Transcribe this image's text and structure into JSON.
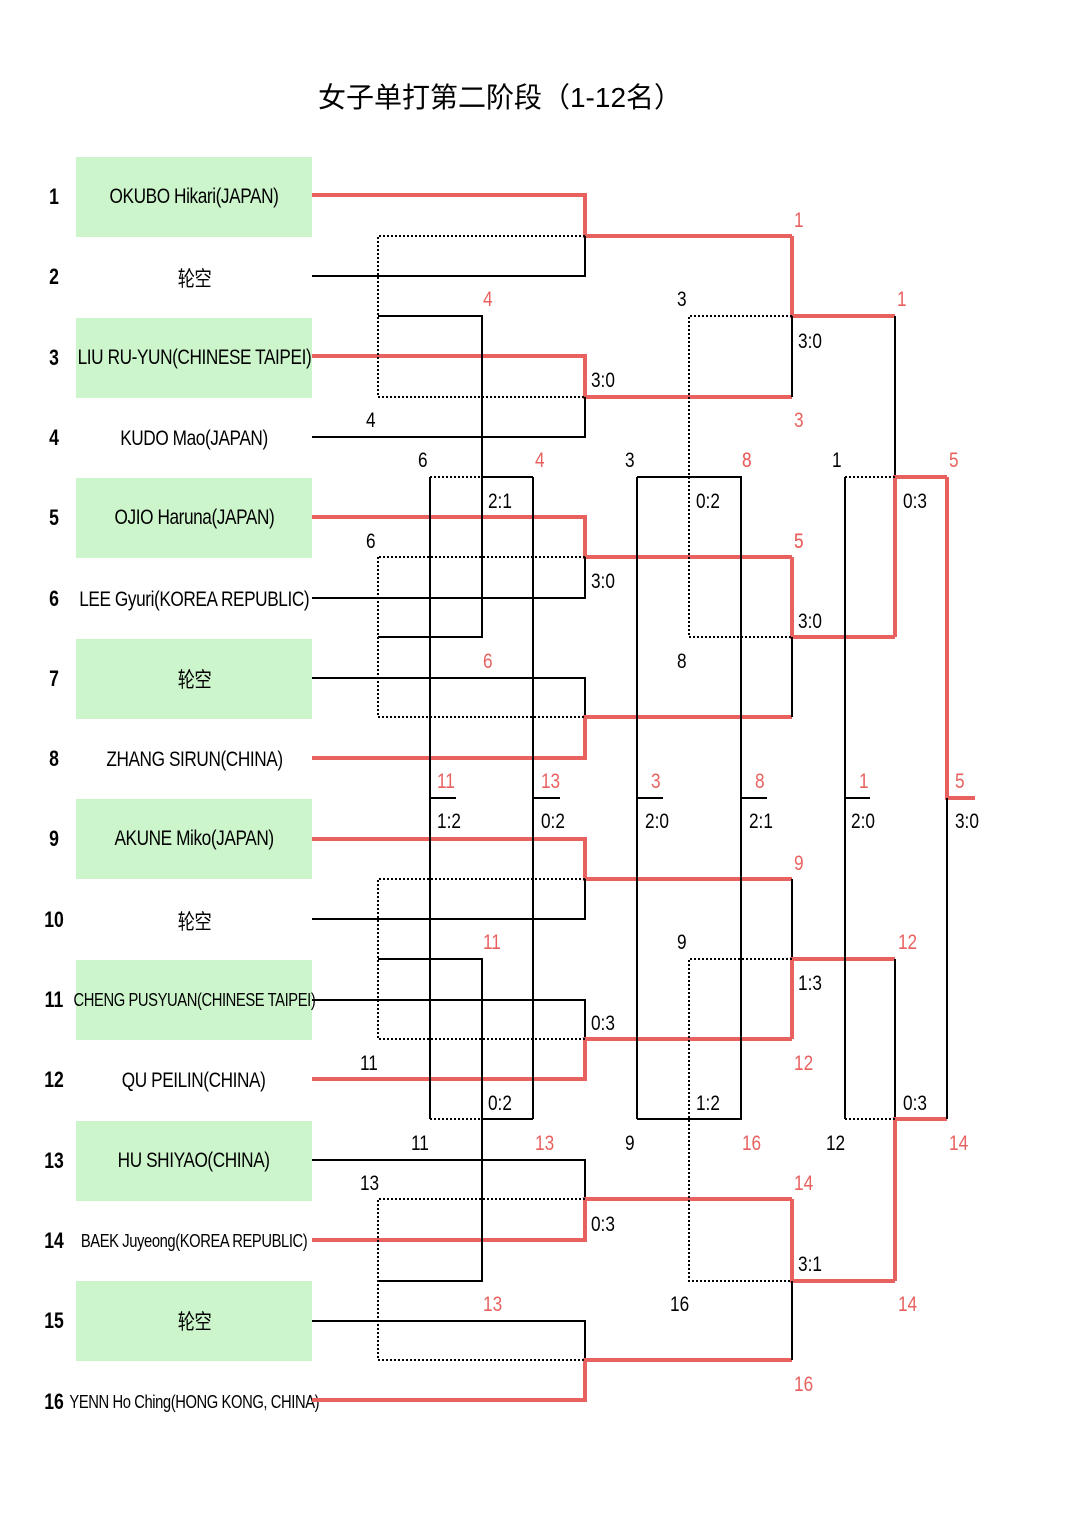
{
  "title": "女子单打第二阶段（1-12名）",
  "colors": {
    "win": "#e8615f",
    "line": "#000000",
    "green": "#ccf5cc"
  },
  "players": [
    {
      "seed": "1",
      "name": "OKUBO Hikari(JAPAN)",
      "green": true
    },
    {
      "seed": "2",
      "name": "轮空",
      "green": false
    },
    {
      "seed": "3",
      "name": "LIU RU-YUN(CHINESE TAIPEI)",
      "green": true
    },
    {
      "seed": "4",
      "name": "KUDO Mao(JAPAN)",
      "green": false
    },
    {
      "seed": "5",
      "name": "OJIO Haruna(JAPAN)",
      "green": true
    },
    {
      "seed": "6",
      "name": "LEE Gyuri(KOREA REPUBLIC)",
      "green": false
    },
    {
      "seed": "7",
      "name": "轮空",
      "green": true
    },
    {
      "seed": "8",
      "name": "ZHANG SIRUN(CHINA)",
      "green": false
    },
    {
      "seed": "9",
      "name": "AKUNE Miko(JAPAN)",
      "green": true
    },
    {
      "seed": "10",
      "name": "轮空",
      "green": false
    },
    {
      "seed": "11",
      "name": "CHENG PUSYUAN(CHINESE TAIPEI)",
      "green": true
    },
    {
      "seed": "12",
      "name": "QU PEILIN(CHINA)",
      "green": false
    },
    {
      "seed": "13",
      "name": "HU SHIYAO(CHINA)",
      "green": true
    },
    {
      "seed": "14",
      "name": "BAEK Juyeong(KOREA REPUBLIC)",
      "green": false
    },
    {
      "seed": "15",
      "name": "轮空",
      "green": true
    },
    {
      "seed": "16",
      "name": "YENN Ho Ching(HONG KONG, CHINA)",
      "green": false
    }
  ],
  "labels": [
    {
      "t": "1",
      "c": "red",
      "name": "r1-winner-1"
    },
    {
      "t": "4",
      "c": "red",
      "name": "r1-winner-4"
    },
    {
      "t": "3:0",
      "c": "black",
      "name": "score-3-4"
    },
    {
      "t": "4",
      "c": "black",
      "name": "loser-4"
    },
    {
      "t": "3",
      "c": "red",
      "name": "r1-winner-3"
    },
    {
      "t": "6",
      "c": "black",
      "name": "loser-6a"
    },
    {
      "t": "4",
      "c": "red",
      "name": "place-winner-4"
    },
    {
      "t": "2:1",
      "c": "black",
      "name": "score-4-6"
    },
    {
      "t": "6",
      "c": "black",
      "name": "loser-6b"
    },
    {
      "t": "3:0",
      "c": "black",
      "name": "score-5-6"
    },
    {
      "t": "5",
      "c": "red",
      "name": "r1-winner-5"
    },
    {
      "t": "6",
      "c": "red",
      "name": "place-winner-6"
    },
    {
      "t": "8",
      "c": "red",
      "name": "r1-winner-8"
    },
    {
      "t": "3",
      "c": "black",
      "name": "loser-3a"
    },
    {
      "t": "3:0",
      "c": "black",
      "name": "score-1-3"
    },
    {
      "t": "1",
      "c": "red",
      "name": "qf-winner-1"
    },
    {
      "t": "3",
      "c": "black",
      "name": "loser-3b"
    },
    {
      "t": "8",
      "c": "red",
      "name": "place-winner-8"
    },
    {
      "t": "0:2",
      "c": "black",
      "name": "score-3-8"
    },
    {
      "t": "3:0",
      "c": "black",
      "name": "score-5-8"
    },
    {
      "t": "8",
      "c": "black",
      "name": "loser-8"
    },
    {
      "t": "5",
      "c": "red",
      "name": "qf-winner-5"
    },
    {
      "t": "1",
      "c": "black",
      "name": "loser-1"
    },
    {
      "t": "5",
      "c": "red",
      "name": "sf-winner-5"
    },
    {
      "t": "0:3",
      "c": "black",
      "name": "score-1-5"
    },
    {
      "t": "11",
      "c": "red",
      "name": "mid-11"
    },
    {
      "t": "1:2",
      "c": "black",
      "name": "score-mid-11"
    },
    {
      "t": "13",
      "c": "red",
      "name": "mid-13"
    },
    {
      "t": "0:2",
      "c": "black",
      "name": "score-mid-13"
    },
    {
      "t": "3",
      "c": "red",
      "name": "mid-3"
    },
    {
      "t": "2:0",
      "c": "black",
      "name": "score-mid-3"
    },
    {
      "t": "8",
      "c": "red",
      "name": "mid-8"
    },
    {
      "t": "2:1",
      "c": "black",
      "name": "score-mid-8"
    },
    {
      "t": "1",
      "c": "red",
      "name": "mid-1"
    },
    {
      "t": "2:0",
      "c": "black",
      "name": "score-mid-1"
    },
    {
      "t": "5",
      "c": "red",
      "name": "final-5"
    },
    {
      "t": "3:0",
      "c": "black",
      "name": "score-final"
    },
    {
      "t": "9",
      "c": "red",
      "name": "r1-winner-9"
    },
    {
      "t": "11",
      "c": "red",
      "name": "place-winner-11"
    },
    {
      "t": "9",
      "c": "black",
      "name": "loser-9a"
    },
    {
      "t": "12",
      "c": "red",
      "name": "qf-winner-12"
    },
    {
      "t": "1:3",
      "c": "black",
      "name": "score-9-12"
    },
    {
      "t": "0:3",
      "c": "black",
      "name": "score-11-12"
    },
    {
      "t": "12",
      "c": "red",
      "name": "r1-winner-12"
    },
    {
      "t": "11",
      "c": "black",
      "name": "loser-11a"
    },
    {
      "t": "0:2",
      "c": "black",
      "name": "score-11-13"
    },
    {
      "t": "1:2",
      "c": "black",
      "name": "score-9-16"
    },
    {
      "t": "0:3",
      "c": "black",
      "name": "score-12-14"
    },
    {
      "t": "11",
      "c": "black",
      "name": "loser-11b"
    },
    {
      "t": "13",
      "c": "red",
      "name": "place-winner-13"
    },
    {
      "t": "9",
      "c": "black",
      "name": "loser-9b"
    },
    {
      "t": "16",
      "c": "red",
      "name": "place-winner-16"
    },
    {
      "t": "12",
      "c": "black",
      "name": "loser-12"
    },
    {
      "t": "14",
      "c": "red",
      "name": "sf-winner-14"
    },
    {
      "t": "13",
      "c": "black",
      "name": "loser-13"
    },
    {
      "t": "14",
      "c": "red",
      "name": "r1-winner-14"
    },
    {
      "t": "0:3",
      "c": "black",
      "name": "score-13-14"
    },
    {
      "t": "3:1",
      "c": "black",
      "name": "score-14-16"
    },
    {
      "t": "13",
      "c": "red",
      "name": "place-winner-13b"
    },
    {
      "t": "16",
      "c": "black",
      "name": "loser-16"
    },
    {
      "t": "14",
      "c": "red",
      "name": "qf-winner-14"
    },
    {
      "t": "16",
      "c": "red",
      "name": "r1-winner-16"
    }
  ]
}
